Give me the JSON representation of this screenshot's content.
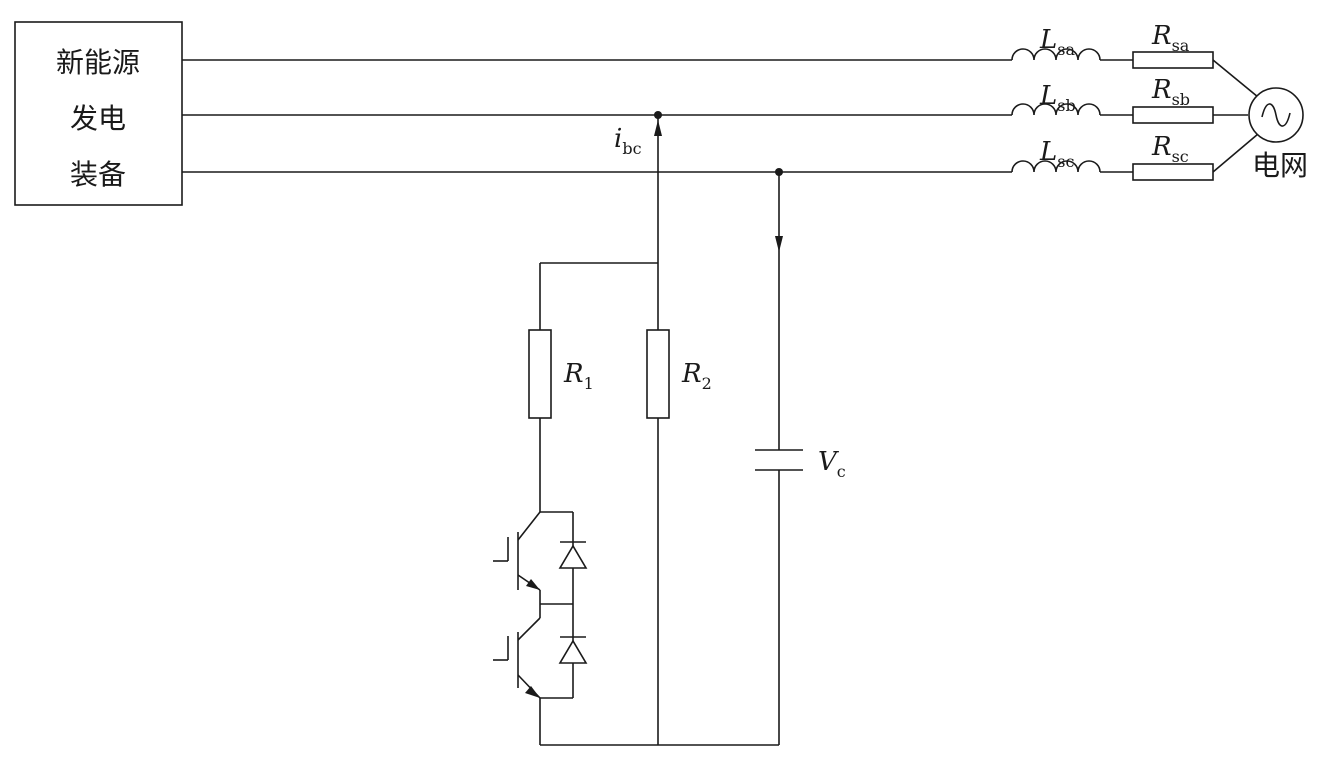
{
  "source_box": {
    "lines": [
      "新能源",
      "发电",
      "装备"
    ]
  },
  "grid_label": "电网",
  "inductors": [
    {
      "symbol": "L",
      "sub": "sa"
    },
    {
      "symbol": "L",
      "sub": "sb"
    },
    {
      "symbol": "L",
      "sub": "sc"
    }
  ],
  "line_resistors": [
    {
      "symbol": "R",
      "sub": "sa"
    },
    {
      "symbol": "R",
      "sub": "sb"
    },
    {
      "symbol": "R",
      "sub": "sc"
    }
  ],
  "current_label": {
    "symbol": "i",
    "sub": "bc"
  },
  "r1": {
    "symbol": "R",
    "sub": "1"
  },
  "r2": {
    "symbol": "R",
    "sub": "2"
  },
  "capacitor": {
    "symbol": "V",
    "sub": "c"
  },
  "colors": {
    "stroke": "#1a1a1a",
    "background": "#ffffff"
  },
  "icons": [
    "ac-source-icon",
    "igbt-icon",
    "diode-icon",
    "capacitor-icon",
    "inductor-icon",
    "resistor-icon"
  ]
}
